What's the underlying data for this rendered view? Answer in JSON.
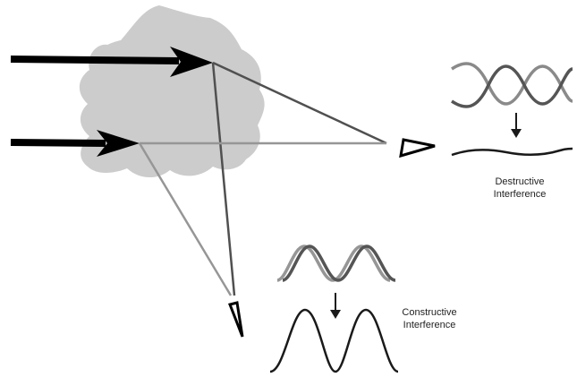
{
  "labels": {
    "destructive_line1": "Destructive",
    "destructive_line2": "Interference",
    "constructive_line1": "Constructive",
    "constructive_line2": "Interference"
  },
  "colors": {
    "sample": "#cccccc",
    "dark_ray": "#505050",
    "light_ray": "#969696",
    "arrow": "#000000",
    "resultant_wave": "#1a1a1a"
  }
}
